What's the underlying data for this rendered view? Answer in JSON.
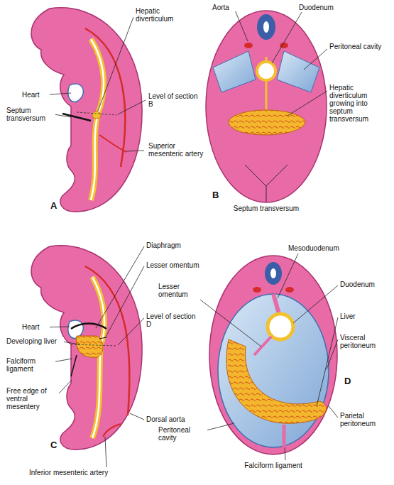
{
  "diagram": {
    "labels": [
      "Hepatic diverticulum",
      "Heart",
      "Septum transversum",
      "Level of section B",
      "Superior mesenteric artery",
      "A",
      "Aorta",
      "Duodenum",
      "Peritoneal cavity",
      "Hepatic diverticulum growing into septum transversum",
      "Septum transversum",
      "B",
      "Diaphragm",
      "Heart",
      "Lesser omentum",
      "Developing liver",
      "Falciform ligament",
      "Level of section D",
      "Free edge of ventral mesentery",
      "Dorsal aorta",
      "Inferior mesenteric artery",
      "C",
      "Mesoduodenum",
      "Duodenum",
      "Liver",
      "Visceral peritoneum",
      "Lesser omentum",
      "Peritoneal cavity",
      "Parietal peritoneum",
      "Falciform ligament",
      "D"
    ]
  }
}
